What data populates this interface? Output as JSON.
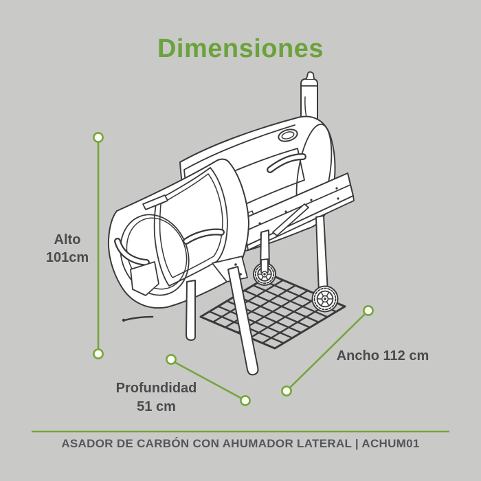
{
  "page": {
    "background_color": "#c9c9c8"
  },
  "title": {
    "text": "Dimensiones",
    "color": "#6BA23B"
  },
  "dimensions": {
    "alto": {
      "label": "Alto",
      "value": "101cm"
    },
    "profundidad": {
      "label": "Profundidad",
      "value": "51 cm"
    },
    "ancho": {
      "label": "Ancho",
      "value": "112 cm"
    }
  },
  "footer": {
    "text": "ASADOR DE CARBÓN CON AHUMADOR LATERAL | ACHUM01"
  },
  "illustration": {
    "name": "charcoal-barrel-grill-with-side-smoker",
    "line_color": "#3A3A3C",
    "accent_green": "#76A53C",
    "marker_fill": "#FBFDF2"
  }
}
